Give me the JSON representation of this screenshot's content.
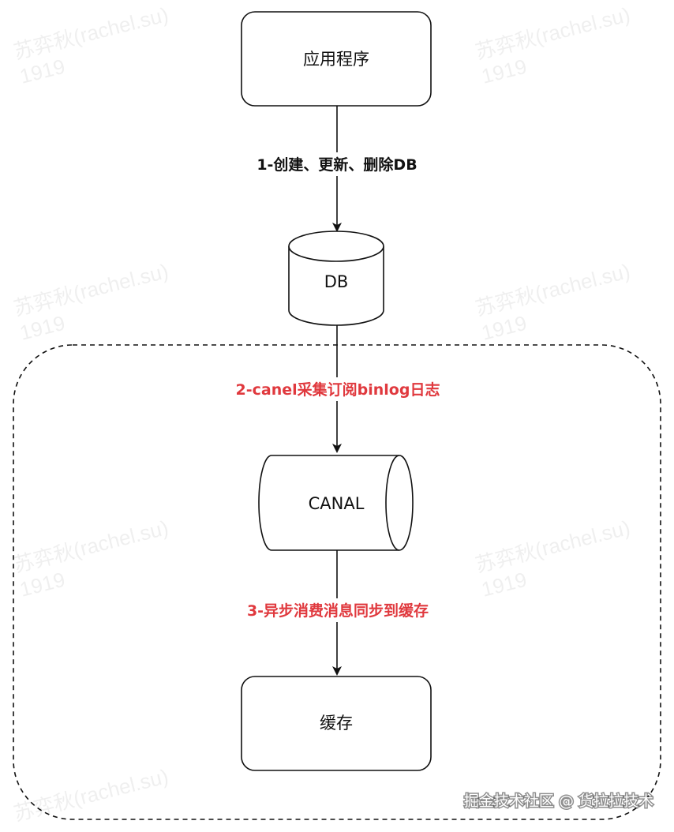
{
  "nodes": {
    "app": {
      "label": "应用程序"
    },
    "db": {
      "label": "DB"
    },
    "canal": {
      "label": "CANAL"
    },
    "cache": {
      "label": "缓存"
    }
  },
  "edges": {
    "app_to_db": {
      "label": "1-创建、更新、删除DB",
      "color": "#111111"
    },
    "db_to_canal": {
      "label": "2-canel采集订阅binlog日志",
      "color": "#e0393e"
    },
    "canal_to_cache": {
      "label": "3-异步消费消息同步到缓存",
      "color": "#e0393e"
    }
  },
  "watermark": {
    "line1": "苏弈秋(rachel.su)",
    "line2": "1919"
  },
  "credit": {
    "text": "掘金技术社区 @ 货拉拉技术"
  },
  "colors": {
    "stroke": "#111111",
    "accent_red": "#e0393e",
    "background": "#ffffff"
  }
}
